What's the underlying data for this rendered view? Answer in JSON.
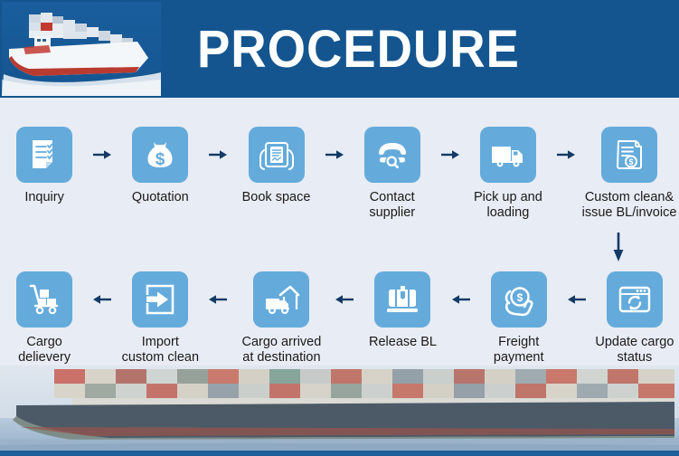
{
  "header": {
    "title": "PROCEDURE",
    "background_color": "#14558f",
    "title_color": "#ffffff",
    "ship_image": "container-ship-photo"
  },
  "theme": {
    "tile_color": "#64abdc",
    "icon_color": "#ffffff",
    "arrow_color": "#123a66",
    "background_color": "#e8ecf4",
    "label_color": "#1a1a1a"
  },
  "flow": {
    "row1": {
      "direction": "right",
      "steps": [
        {
          "label": "Inquiry",
          "icon": "checklist-document-icon"
        },
        {
          "label": "Quotation",
          "icon": "money-bag-icon"
        },
        {
          "label": "Book space",
          "icon": "hands-holding-document-icon"
        },
        {
          "label": "Contact\nsupplier",
          "icon": "telephone-search-icon"
        },
        {
          "label": "Pick up and\nloading",
          "icon": "truck-icon"
        },
        {
          "label": "Custom clean&\nissue BL/invoice",
          "icon": "invoice-dollar-icon"
        }
      ]
    },
    "connector": {
      "icon": "arrow-down-icon",
      "direction": "down"
    },
    "row2": {
      "direction": "left",
      "steps": [
        {
          "label": "Cargo\ndelievery",
          "icon": "hand-truck-cargo-icon"
        },
        {
          "label": "Import\ncustom clean",
          "icon": "arrow-into-box-icon"
        },
        {
          "label": "Cargo arrived\nat destination",
          "icon": "truck-warehouse-icon"
        },
        {
          "label": "Release BL",
          "icon": "suitcase-conveyor-icon"
        },
        {
          "label": "Freight\npayment",
          "icon": "hand-holding-coin-icon"
        },
        {
          "label": "Update cargo\nstatus",
          "icon": "browser-refresh-icon"
        }
      ]
    }
  },
  "bottom_image": "container-ship-photo-faded"
}
